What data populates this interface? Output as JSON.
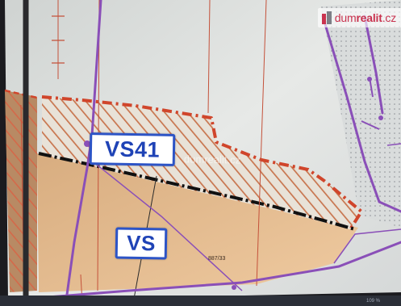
{
  "brand": {
    "prefix": "dum",
    "name": "realit",
    "suffix": ".cz",
    "watermark": "dumrealit.cz",
    "accent_color": "#c9334f",
    "icon": "house-icon"
  },
  "zones": [
    {
      "code": "VS41",
      "meaning": "",
      "style": "hatched",
      "outline_color": "#d0452b"
    },
    {
      "code": "VS",
      "style": "filled",
      "fill_color": "#e3b98b"
    }
  ],
  "parcel": {
    "number": "887/33"
  },
  "status": {
    "zoom": "109 %"
  },
  "colors": {
    "zone_label_border": "#2d54c6",
    "zone_label_text": "#1f43b6",
    "boundary_line": "#8a4fb8",
    "background": "#dfe2e0"
  }
}
